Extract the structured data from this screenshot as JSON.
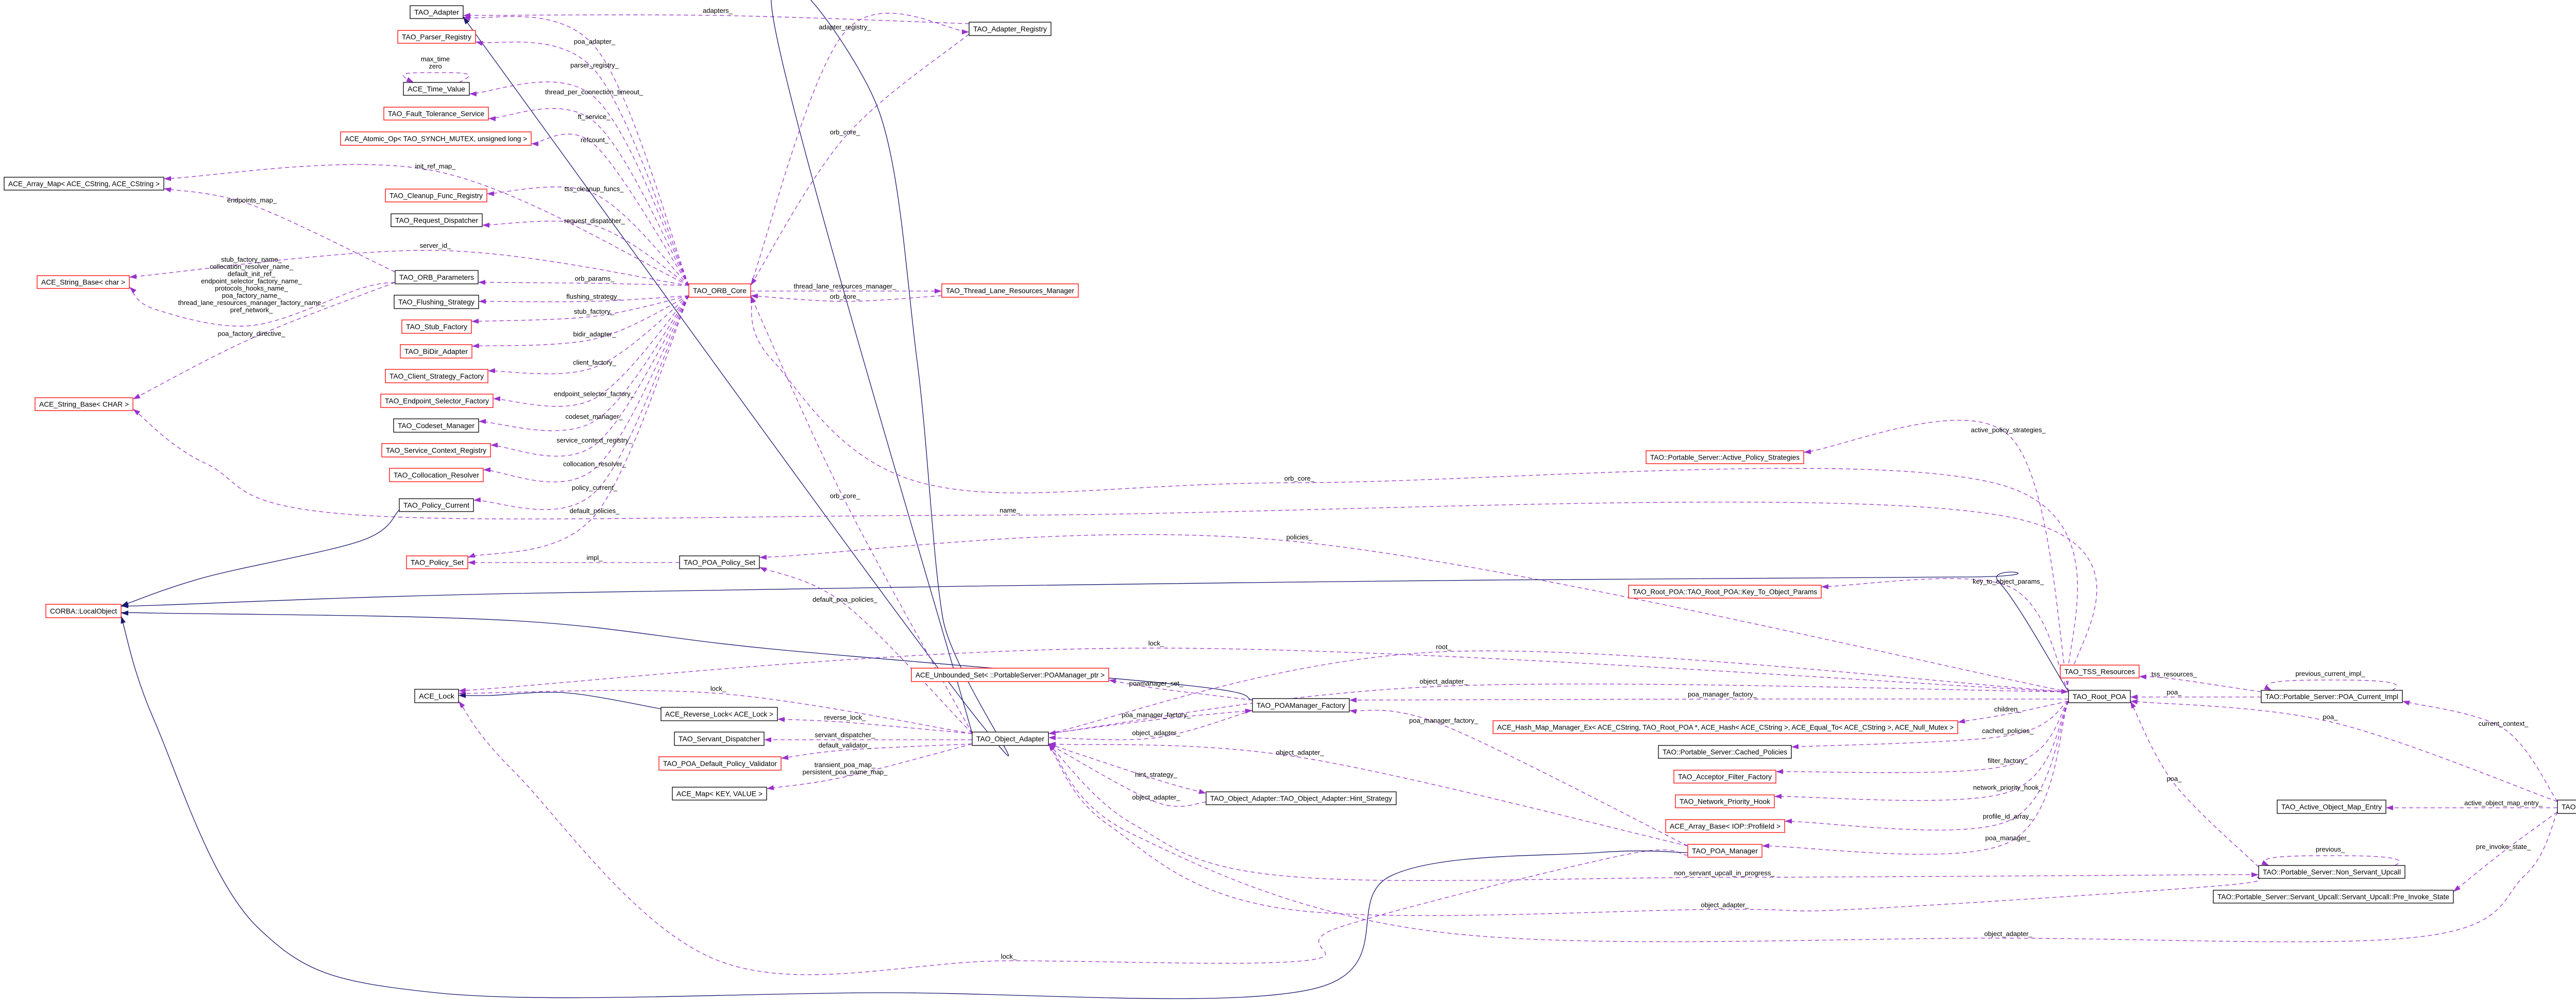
{
  "diagram": {
    "type": "collaboration-diagram",
    "focus_node": "servupcall",
    "colors": {
      "usage_edge": "#9a32cd",
      "inheritance_edge": "#191970",
      "undocumented_border": "#ff0000",
      "documented_border": "#000000",
      "focus_fill": "#bfbfbf"
    }
  },
  "nodes": [
    {
      "id": "adapter",
      "label": "TAO_Adapter",
      "style": "black"
    },
    {
      "id": "parser",
      "label": "TAO_Parser_Registry",
      "style": "red"
    },
    {
      "id": "timeval",
      "label": "ACE_Time_Value",
      "style": "black"
    },
    {
      "id": "ft",
      "label": "TAO_Fault_Tolerance_Service",
      "style": "red"
    },
    {
      "id": "atomic",
      "label": "ACE_Atomic_Op< TAO_SYNCH_MUTEX, unsigned long >",
      "style": "red"
    },
    {
      "id": "arraymap",
      "label": "ACE_Array_Map< ACE_CString, ACE_CString >",
      "style": "black"
    },
    {
      "id": "cleanup",
      "label": "TAO_Cleanup_Func_Registry",
      "style": "red"
    },
    {
      "id": "reqdisp",
      "label": "TAO_Request_Dispatcher",
      "style": "black"
    },
    {
      "id": "strchar",
      "label": "ACE_String_Base< char >",
      "style": "red"
    },
    {
      "id": "orbparams",
      "label": "TAO_ORB_Parameters",
      "style": "black"
    },
    {
      "id": "flush",
      "label": "TAO_Flushing_Strategy",
      "style": "black"
    },
    {
      "id": "stub",
      "label": "TAO_Stub_Factory",
      "style": "red"
    },
    {
      "id": "bidir",
      "label": "TAO_BiDir_Adapter",
      "style": "red"
    },
    {
      "id": "client",
      "label": "TAO_Client_Strategy_Factory",
      "style": "red"
    },
    {
      "id": "endpoint",
      "label": "TAO_Endpoint_Selector_Factory",
      "style": "red"
    },
    {
      "id": "codeset",
      "label": "TAO_Codeset_Manager",
      "style": "black"
    },
    {
      "id": "svcctx",
      "label": "TAO_Service_Context_Registry",
      "style": "red"
    },
    {
      "id": "colloc",
      "label": "TAO_Collocation_Resolver",
      "style": "red"
    },
    {
      "id": "polcur",
      "label": "TAO_Policy_Current",
      "style": "black"
    },
    {
      "id": "strCHAR",
      "label": "ACE_String_Base< CHAR >",
      "style": "red"
    },
    {
      "id": "polset",
      "label": "TAO_Policy_Set",
      "style": "red"
    },
    {
      "id": "localobj",
      "label": "CORBA::LocalObject",
      "style": "red"
    },
    {
      "id": "acelock",
      "label": "ACE_Lock",
      "style": "black"
    },
    {
      "id": "adreg",
      "label": "TAO_Adapter_Registry",
      "style": "black"
    },
    {
      "id": "orbcore",
      "label": "TAO_ORB_Core",
      "style": "red"
    },
    {
      "id": "tlrm",
      "label": "TAO_Thread_Lane_Resources_Manager",
      "style": "red"
    },
    {
      "id": "poapolset",
      "label": "TAO_POA_Policy_Set",
      "style": "black"
    },
    {
      "id": "unbset",
      "label": "ACE_Unbounded_Set< ::PortableServer::POAManager_ptr >",
      "style": "red"
    },
    {
      "id": "revlock",
      "label": "ACE_Reverse_Lock< ACE_Lock >",
      "style": "black"
    },
    {
      "id": "servdisp",
      "label": "TAO_Servant_Dispatcher",
      "style": "black"
    },
    {
      "id": "validator",
      "label": "TAO_POA_Default_Policy_Validator",
      "style": "red"
    },
    {
      "id": "acemap",
      "label": "ACE_Map< KEY, VALUE >",
      "style": "black"
    },
    {
      "id": "objadapter",
      "label": "TAO_Object_Adapter",
      "style": "black"
    },
    {
      "id": "poamfact",
      "label": "TAO_POAManager_Factory",
      "style": "black"
    },
    {
      "id": "hint",
      "label": "TAO_Object_Adapter::TAO_Object_Adapter::Hint_Strategy",
      "style": "black"
    },
    {
      "id": "hashmap",
      "label": "ACE_Hash_Map_Manager_Ex< ACE_CString, TAO_Root_POA *, ACE_Hash< ACE_CString >, ACE_Equal_To< ACE_CString >, ACE_Null_Mutex >",
      "style": "red"
    },
    {
      "id": "activepol",
      "label": "TAO::Portable_Server::Active_Policy_Strategies",
      "style": "red"
    },
    {
      "id": "keyparams",
      "label": "TAO_Root_POA::TAO_Root_POA::Key_To_Object_Params",
      "style": "red"
    },
    {
      "id": "cached",
      "label": "TAO::Portable_Server::Cached_Policies",
      "style": "black"
    },
    {
      "id": "acceptor",
      "label": "TAO_Acceptor_Filter_Factory",
      "style": "red"
    },
    {
      "id": "netprio",
      "label": "TAO_Network_Priority_Hook",
      "style": "red"
    },
    {
      "id": "arraybase",
      "label": "ACE_Array_Base< IOP::ProfileId >",
      "style": "red"
    },
    {
      "id": "poamgr",
      "label": "TAO_POA_Manager",
      "style": "red"
    },
    {
      "id": "tss",
      "label": "TAO_TSS_Resources",
      "style": "red"
    },
    {
      "id": "rootpoa",
      "label": "TAO_Root_POA",
      "style": "black"
    },
    {
      "id": "curimpl",
      "label": "TAO::Portable_Server::POA_Current_Impl",
      "style": "black"
    },
    {
      "id": "aome",
      "label": "TAO_Active_Object_Map_Entry",
      "style": "black"
    },
    {
      "id": "servupcall",
      "label": "TAO::Portable_Server::Servant_Upcall",
      "style": "focus"
    },
    {
      "id": "nsupcall",
      "label": "TAO::Portable_Server::Non_Servant_Upcall",
      "style": "black"
    },
    {
      "id": "preinvoke",
      "label": "TAO::Portable_Server::Servant_Upcall::Servant_Upcall::Pre_Invoke_State",
      "style": "black"
    }
  ],
  "edges": [
    {
      "from": "adreg",
      "to": "adapter",
      "kind": "usage",
      "label": [
        "adapters_"
      ]
    },
    {
      "from": "orbcore",
      "to": "adapter",
      "kind": "usage",
      "label": [
        "poa_adapter_"
      ]
    },
    {
      "from": "objadapter",
      "to": "adapter",
      "kind": "inheritance",
      "label": []
    },
    {
      "from": "orbcore",
      "to": "parser",
      "kind": "usage",
      "label": [
        "parser_registry_"
      ]
    },
    {
      "from": "orbcore",
      "to": "timeval",
      "kind": "usage",
      "label": [
        "thread_per_connection_timeout_"
      ]
    },
    {
      "from": "timeval",
      "to": "timeval",
      "kind": "usage",
      "label": [
        "max_time",
        "zero"
      ]
    },
    {
      "from": "orbcore",
      "to": "ft",
      "kind": "usage",
      "label": [
        "ft_service_"
      ]
    },
    {
      "from": "orbcore",
      "to": "atomic",
      "kind": "usage",
      "label": [
        "refcount_"
      ]
    },
    {
      "from": "orbcore",
      "to": "arraymap",
      "kind": "usage",
      "label": [
        "init_ref_map_"
      ]
    },
    {
      "from": "orbparams",
      "to": "arraymap",
      "kind": "usage",
      "label": [
        "endpoints_map_"
      ]
    },
    {
      "from": "orbcore",
      "to": "cleanup",
      "kind": "usage",
      "label": [
        "tss_cleanup_funcs_"
      ]
    },
    {
      "from": "orbcore",
      "to": "reqdisp",
      "kind": "usage",
      "label": [
        "request_dispatcher_"
      ]
    },
    {
      "from": "orbparams",
      "to": "strchar",
      "kind": "usage",
      "label": [
        "stub_factory_name_",
        "collocation_resolver_name_",
        "default_init_ref_",
        "endpoint_selector_factory_name_",
        "protocols_hooks_name_",
        "poa_factory_name_",
        "thread_lane_resources_manager_factory_name_",
        "pref_network_"
      ]
    },
    {
      "from": "orbcore",
      "to": "strchar",
      "kind": "usage",
      "label": [
        "server_id_"
      ]
    },
    {
      "from": "orbparams",
      "to": "strCHAR",
      "kind": "usage",
      "label": [
        "poa_factory_directive_"
      ]
    },
    {
      "from": "rootpoa",
      "to": "strCHAR",
      "kind": "usage",
      "label": [
        "name_"
      ]
    },
    {
      "from": "orbcore",
      "to": "orbparams",
      "kind": "usage",
      "label": [
        "orb_params_"
      ]
    },
    {
      "from": "orbcore",
      "to": "flush",
      "kind": "usage",
      "label": [
        "flushing_strategy_"
      ]
    },
    {
      "from": "orbcore",
      "to": "stub",
      "kind": "usage",
      "label": [
        "stub_factory_"
      ]
    },
    {
      "from": "orbcore",
      "to": "bidir",
      "kind": "usage",
      "label": [
        "bidir_adapter_"
      ]
    },
    {
      "from": "orbcore",
      "to": "client",
      "kind": "usage",
      "label": [
        "client_factory_"
      ]
    },
    {
      "from": "orbcore",
      "to": "endpoint",
      "kind": "usage",
      "label": [
        "endpoint_selector_factory_"
      ]
    },
    {
      "from": "orbcore",
      "to": "codeset",
      "kind": "usage",
      "label": [
        "codeset_manager_"
      ]
    },
    {
      "from": "orbcore",
      "to": "svcctx",
      "kind": "usage",
      "label": [
        "service_context_registry_"
      ]
    },
    {
      "from": "orbcore",
      "to": "colloc",
      "kind": "usage",
      "label": [
        "collocation_resolver_"
      ]
    },
    {
      "from": "orbcore",
      "to": "polcur",
      "kind": "usage",
      "label": [
        "policy_current_"
      ]
    },
    {
      "from": "orbcore",
      "to": "polset",
      "kind": "usage",
      "label": [
        "default_policies_"
      ]
    },
    {
      "from": "poapolset",
      "to": "polset",
      "kind": "usage",
      "label": [
        "impl_"
      ]
    },
    {
      "from": "polcur",
      "to": "localobj",
      "kind": "inheritance",
      "label": []
    },
    {
      "from": "orbcore",
      "to": "adreg",
      "kind": "usage",
      "label": [
        "adapter_registry_"
      ]
    },
    {
      "from": "adreg",
      "to": "orbcore",
      "kind": "usage",
      "label": [
        "orb_core_"
      ]
    },
    {
      "from": "orbcore",
      "to": "tlrm",
      "kind": "usage",
      "label": [
        "thread_lane_resources_manager_"
      ]
    },
    {
      "from": "tlrm",
      "to": "orbcore",
      "kind": "usage",
      "label": [
        "orb_core_"
      ]
    },
    {
      "from": "rootpoa",
      "to": "orbcore",
      "kind": "usage",
      "label": [
        "orb_core_"
      ]
    },
    {
      "from": "objadapter",
      "to": "orbcore",
      "kind": "usage",
      "label": [
        "orb_core_"
      ]
    },
    {
      "from": "rootpoa",
      "to": "activepol",
      "kind": "usage",
      "label": [
        "active_policy_strategies_"
      ]
    },
    {
      "from": "rootpoa",
      "to": "poapolset",
      "kind": "usage",
      "label": [
        "policies_"
      ]
    },
    {
      "from": "rootpoa",
      "to": "localobj",
      "kind": "inheritance",
      "label": []
    },
    {
      "from": "poamfact",
      "to": "localobj",
      "kind": "inheritance",
      "label": []
    },
    {
      "from": "rootpoa",
      "to": "keyparams",
      "kind": "usage",
      "label": [
        "key_to_object_params_"
      ]
    },
    {
      "from": "objadapter",
      "to": "poapolset",
      "kind": "usage",
      "label": [
        "default_poa_policies_"
      ]
    },
    {
      "from": "objadapter",
      "to": "acelock",
      "kind": "usage",
      "label": [
        "lock_"
      ]
    },
    {
      "from": "rootpoa",
      "to": "acelock",
      "kind": "usage",
      "label": [
        "lock_"
      ]
    },
    {
      "from": "revlock",
      "to": "acelock",
      "kind": "inheritance",
      "label": []
    },
    {
      "from": "poamgr",
      "to": "acelock",
      "kind": "usage",
      "label": [
        "lock_"
      ]
    },
    {
      "from": "objadapter",
      "to": "revlock",
      "kind": "usage",
      "label": [
        "reverse_lock_"
      ]
    },
    {
      "from": "objadapter",
      "to": "servdisp",
      "kind": "usage",
      "label": [
        "servant_dispatcher_"
      ]
    },
    {
      "from": "objadapter",
      "to": "validator",
      "kind": "usage",
      "label": [
        "default_validator_"
      ]
    },
    {
      "from": "objadapter",
      "to": "acemap",
      "kind": "usage",
      "label": [
        "transient_poa_map_",
        "persistent_poa_name_map_"
      ]
    },
    {
      "from": "poamfact",
      "to": "unbset",
      "kind": "usage",
      "label": [
        "poamanager_set_"
      ]
    },
    {
      "from": "objadapter",
      "to": "rootpoa",
      "kind": "usage",
      "label": [
        "root_"
      ]
    },
    {
      "from": "rootpoa",
      "to": "objadapter",
      "kind": "usage",
      "label": [
        "object_adapter_"
      ]
    },
    {
      "from": "objadapter",
      "to": "poamfact",
      "kind": "usage",
      "label": [
        "poa_manager_factory_"
      ]
    },
    {
      "from": "poamfact",
      "to": "objadapter",
      "kind": "usage",
      "label": [
        "object_adapter_"
      ]
    },
    {
      "from": "objadapter",
      "to": "hint",
      "kind": "usage",
      "label": [
        "hint_strategy_"
      ]
    },
    {
      "from": "hint",
      "to": "objadapter",
      "kind": "usage",
      "label": [
        "object_adapter_"
      ]
    },
    {
      "from": "poamgr",
      "to": "objadapter",
      "kind": "usage",
      "label": [
        "object_adapter_"
      ]
    },
    {
      "from": "poamgr",
      "to": "poamfact",
      "kind": "usage",
      "label": [
        "poa_manager_factory_"
      ]
    },
    {
      "from": "rootpoa",
      "to": "poamfact",
      "kind": "usage",
      "label": [
        "poa_manager_factory_"
      ]
    },
    {
      "from": "poamgr",
      "to": "localobj",
      "kind": "inheritance",
      "label": []
    },
    {
      "from": "rootpoa",
      "to": "hashmap",
      "kind": "usage",
      "label": [
        "children_"
      ]
    },
    {
      "from": "rootpoa",
      "to": "cached",
      "kind": "usage",
      "label": [
        "cached_policies_"
      ]
    },
    {
      "from": "rootpoa",
      "to": "acceptor",
      "kind": "usage",
      "label": [
        "filter_factory_"
      ]
    },
    {
      "from": "rootpoa",
      "to": "netprio",
      "kind": "usage",
      "label": [
        "network_priority_hook_"
      ]
    },
    {
      "from": "rootpoa",
      "to": "arraybase",
      "kind": "usage",
      "label": [
        "profile_id_array_"
      ]
    },
    {
      "from": "rootpoa",
      "to": "poamgr",
      "kind": "usage",
      "label": [
        "poa_manager_"
      ]
    },
    {
      "from": "objadapter",
      "to": "nsupcall",
      "kind": "usage",
      "label": [
        "non_servant_upcall_in_progress_"
      ]
    },
    {
      "from": "nsupcall",
      "to": "objadapter",
      "kind": "usage",
      "label": [
        "object_adapter_"
      ]
    },
    {
      "from": "servupcall",
      "to": "objadapter",
      "kind": "usage",
      "label": [
        "object_adapter_"
      ]
    },
    {
      "from": "curimpl",
      "to": "tss",
      "kind": "usage",
      "label": [
        "tss_resources_"
      ]
    },
    {
      "from": "curimpl",
      "to": "rootpoa",
      "kind": "usage",
      "label": [
        "poa_"
      ]
    },
    {
      "from": "curimpl",
      "to": "curimpl",
      "kind": "usage",
      "label": [
        "previous_current_impl_"
      ]
    },
    {
      "from": "servupcall",
      "to": "rootpoa",
      "kind": "usage",
      "label": [
        "poa_"
      ]
    },
    {
      "from": "servupcall",
      "to": "curimpl",
      "kind": "usage",
      "label": [
        "current_context_"
      ]
    },
    {
      "from": "servupcall",
      "to": "aome",
      "kind": "usage",
      "label": [
        "active_object_map_entry_"
      ]
    },
    {
      "from": "servupcall",
      "to": "preinvoke",
      "kind": "usage",
      "label": [
        "pre_invoke_state_"
      ]
    },
    {
      "from": "nsupcall",
      "to": "rootpoa",
      "kind": "usage",
      "label": [
        "poa_"
      ]
    },
    {
      "from": "nsupcall",
      "to": "nsupcall",
      "kind": "usage",
      "label": [
        "previous_"
      ]
    }
  ]
}
